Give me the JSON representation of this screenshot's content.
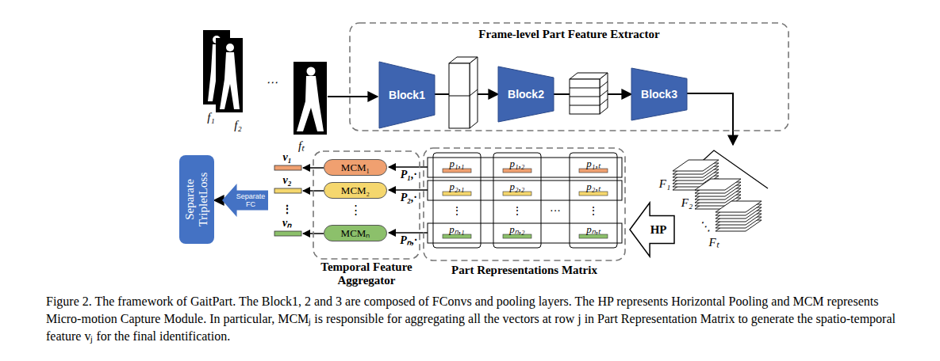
{
  "diagram": {
    "caption": "Figure 2. The framework of GaitPart. The Block1, 2 and 3 are composed of FConvs and pooling layers. The HP represents Horizontal Pooling and MCM represents Micro-motion Capture Module. In particular, MCMⱼ is responsible for aggregating all the vectors at row j in Part Representation Matrix to generate the spatio-temporal feature vⱼ for the final identification.",
    "nodes": [
      {
        "text": [
          "Frame-level Part Feature Extractor"
        ]
      },
      {
        "text": [
          "Block1"
        ],
        "in": 0
      },
      {
        "text": [
          "Block2"
        ],
        "in": 0
      },
      {
        "text": [
          "Block3"
        ],
        "in": 0
      },
      {
        "text": [
          "HP"
        ]
      },
      {
        "text": [
          "Part Representations Matrix"
        ]
      },
      {
        "text": [
          "Temporal Feature Aggregator"
        ]
      },
      {
        "text": [
          "MCM₁"
        ],
        "in": 6
      },
      {
        "text": [
          "MCM₂"
        ],
        "in": 6
      },
      {
        "text": [
          "MCMₙ"
        ],
        "in": 6
      },
      {
        "text": [
          "Separate FC"
        ]
      },
      {
        "text": [
          "Separate TripletLoss"
        ]
      }
    ],
    "edges": [
      {
        "from": 1,
        "to": 2,
        "arrow": "to"
      },
      {
        "from": 2,
        "to": 3,
        "arrow": "to"
      },
      {
        "from": 10,
        "to": 11,
        "arrow": "to"
      }
    ],
    "labels": [
      "f₁",
      "f₂",
      "⋯",
      "fₜ",
      "F₁",
      "F₂",
      "⋱",
      "Fₜ",
      "p₁,₁",
      "p₁,₂",
      "p₁,ₜ",
      "p₂,₁",
      "p₂,₂",
      "p₂,ₜ",
      "pₙ,₁",
      "pₙ,₂",
      "pₙ,ₜ",
      "⋮",
      "⋮",
      "···",
      "⋮",
      "P₁,·",
      "P₂,·",
      "Pₙ,·",
      "⋮",
      "v₁",
      "v₂",
      "⋮",
      "vₙ"
    ]
  }
}
